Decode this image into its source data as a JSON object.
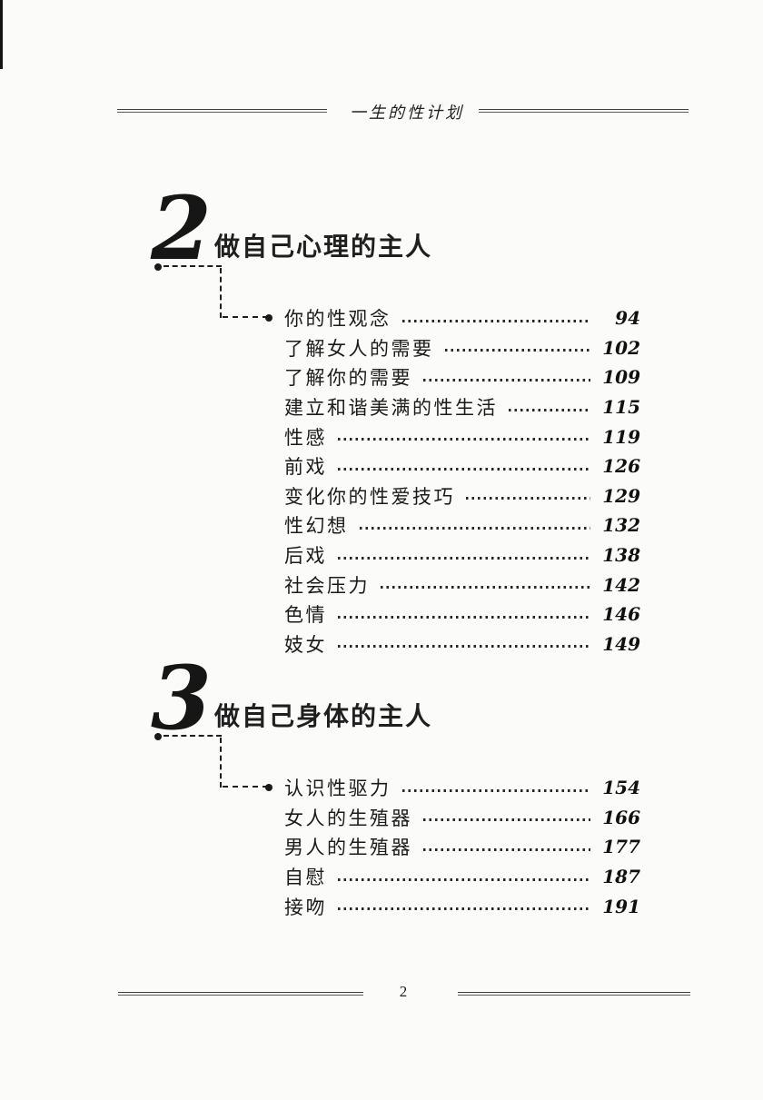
{
  "header": {
    "title": "一生的性计划"
  },
  "footer": {
    "page_number": "2"
  },
  "colors": {
    "ink": "#1c1c1c",
    "paper": "#fbfbfa"
  },
  "chapters": [
    {
      "number": "2",
      "title": "做自己心理的主人",
      "entries": [
        {
          "title": "你的性观念",
          "page": "94"
        },
        {
          "title": "了解女人的需要",
          "page": "102"
        },
        {
          "title": "了解你的需要",
          "page": "109"
        },
        {
          "title": "建立和谐美满的性生活",
          "page": "115"
        },
        {
          "title": "性感",
          "page": "119"
        },
        {
          "title": "前戏",
          "page": "126"
        },
        {
          "title": "变化你的性爱技巧",
          "page": "129"
        },
        {
          "title": "性幻想",
          "page": "132"
        },
        {
          "title": "后戏",
          "page": "138"
        },
        {
          "title": "社会压力",
          "page": "142"
        },
        {
          "title": "色情",
          "page": "146"
        },
        {
          "title": "妓女",
          "page": "149"
        }
      ]
    },
    {
      "number": "3",
      "title": "做自己身体的主人",
      "entries": [
        {
          "title": "认识性驱力",
          "page": "154"
        },
        {
          "title": "女人的生殖器",
          "page": "166"
        },
        {
          "title": "男人的生殖器",
          "page": "177"
        },
        {
          "title": "自慰",
          "page": "187"
        },
        {
          "title": "接吻",
          "page": "191"
        }
      ]
    }
  ]
}
